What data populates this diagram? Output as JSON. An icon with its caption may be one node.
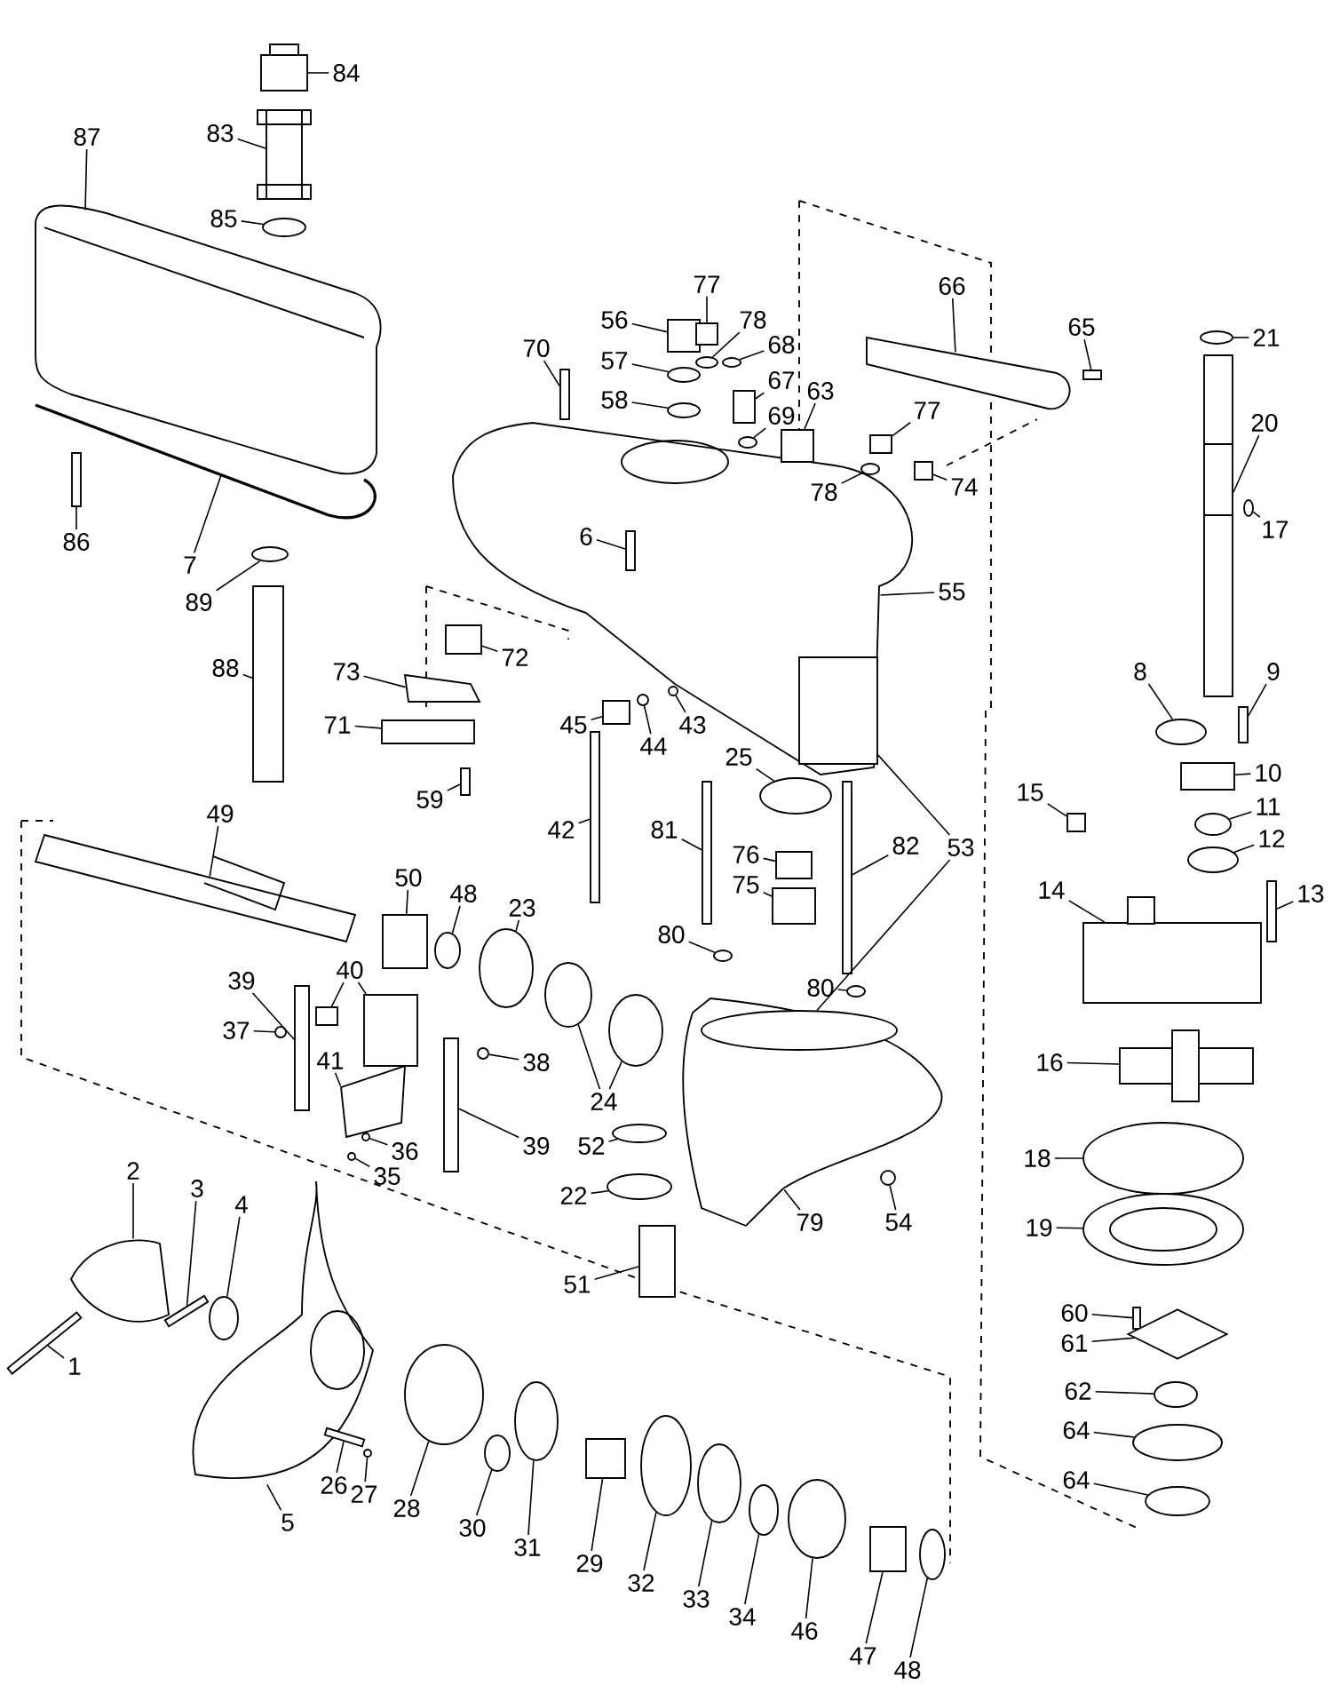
{
  "diagram": {
    "nodes": [
      {
        "text": [
          "84"
        ]
      },
      {
        "text": [
          "83"
        ]
      },
      {
        "text": [
          "87"
        ]
      },
      {
        "text": [
          "85"
        ]
      },
      {
        "text": [
          "56"
        ]
      },
      {
        "text": [
          "77"
        ]
      },
      {
        "text": [
          "66"
        ]
      },
      {
        "text": [
          "65"
        ]
      },
      {
        "text": [
          "21"
        ]
      },
      {
        "text": [
          "78"
        ]
      },
      {
        "text": [
          "70"
        ]
      },
      {
        "text": [
          "57"
        ]
      },
      {
        "text": [
          "68"
        ]
      },
      {
        "text": [
          "67"
        ]
      },
      {
        "text": [
          "58"
        ]
      },
      {
        "text": [
          "63"
        ]
      },
      {
        "text": [
          "69"
        ]
      },
      {
        "text": [
          "20"
        ]
      },
      {
        "text": [
          "77"
        ]
      },
      {
        "text": [
          "78"
        ],
        "in": 120
      },
      {
        "text": [
          "74"
        ]
      },
      {
        "text": [
          "17"
        ]
      },
      {
        "text": [
          "6"
        ],
        "in": 120
      },
      {
        "text": [
          "86"
        ]
      },
      {
        "text": [
          "7"
        ]
      },
      {
        "text": [
          "55"
        ]
      },
      {
        "text": [
          "89"
        ]
      },
      {
        "text": [
          "72"
        ]
      },
      {
        "text": [
          "88"
        ]
      },
      {
        "text": [
          "8"
        ]
      },
      {
        "text": [
          "9"
        ]
      },
      {
        "text": [
          "73"
        ]
      },
      {
        "text": [
          "43"
        ]
      },
      {
        "text": [
          "45"
        ]
      },
      {
        "text": [
          "71"
        ]
      },
      {
        "text": [
          "44"
        ]
      },
      {
        "text": [
          "25"
        ]
      },
      {
        "text": [
          "10"
        ]
      },
      {
        "text": [
          "59"
        ]
      },
      {
        "text": [
          "15"
        ]
      },
      {
        "text": [
          "11"
        ]
      },
      {
        "text": [
          "49"
        ]
      },
      {
        "text": [
          "42"
        ]
      },
      {
        "text": [
          "81"
        ]
      },
      {
        "text": [
          "12"
        ]
      },
      {
        "text": [
          "82"
        ]
      },
      {
        "text": [
          "53"
        ]
      },
      {
        "text": [
          "76"
        ]
      },
      {
        "text": [
          "50"
        ]
      },
      {
        "text": [
          "75"
        ]
      },
      {
        "text": [
          "14"
        ]
      },
      {
        "text": [
          "48"
        ]
      },
      {
        "text": [
          "13"
        ]
      },
      {
        "text": [
          "23"
        ]
      },
      {
        "text": [
          "80"
        ]
      },
      {
        "text": [
          "39"
        ]
      },
      {
        "text": [
          "40"
        ]
      },
      {
        "text": [
          "80"
        ]
      },
      {
        "text": [
          "37"
        ]
      },
      {
        "text": [
          "41"
        ]
      },
      {
        "text": [
          "38"
        ]
      },
      {
        "text": [
          "16"
        ]
      },
      {
        "text": [
          "24"
        ]
      },
      {
        "text": [
          "39"
        ]
      },
      {
        "text": [
          "52"
        ]
      },
      {
        "text": [
          "36"
        ]
      },
      {
        "text": [
          "18"
        ]
      },
      {
        "text": [
          "2"
        ]
      },
      {
        "text": [
          "35"
        ]
      },
      {
        "text": [
          "3"
        ]
      },
      {
        "text": [
          "22"
        ]
      },
      {
        "text": [
          "4"
        ]
      },
      {
        "text": [
          "79"
        ]
      },
      {
        "text": [
          "54"
        ]
      },
      {
        "text": [
          "19"
        ]
      },
      {
        "text": [
          "51"
        ]
      },
      {
        "text": [
          "60"
        ]
      },
      {
        "text": [
          "61"
        ]
      },
      {
        "text": [
          "1"
        ]
      },
      {
        "text": [
          "62"
        ]
      },
      {
        "text": [
          "64"
        ]
      },
      {
        "text": [
          "26"
        ]
      },
      {
        "text": [
          "64"
        ]
      },
      {
        "text": [
          "27"
        ]
      },
      {
        "text": [
          "28"
        ]
      },
      {
        "text": [
          "5"
        ]
      },
      {
        "text": [
          "30"
        ]
      },
      {
        "text": [
          "31"
        ]
      },
      {
        "text": [
          "29"
        ]
      },
      {
        "text": [
          "32"
        ]
      },
      {
        "text": [
          "33"
        ]
      },
      {
        "text": [
          "34"
        ]
      },
      {
        "text": [
          "46"
        ]
      },
      {
        "text": [
          "47"
        ]
      },
      {
        "text": [
          "48"
        ]
      },
      {
        "text": [],
        "shape": "box"
      },
      {
        "text": [],
        "shape": "box"
      },
      {
        "text": [],
        "shape": "picture"
      },
      {
        "text": [],
        "shape": "circle"
      },
      {
        "text": [],
        "shape": "box"
      },
      {
        "text": [],
        "shape": "box"
      },
      {
        "text": [],
        "shape": "picture"
      },
      {
        "text": [],
        "shape": "bar"
      },
      {
        "text": [],
        "shape": "circle"
      },
      {
        "text": [],
        "shape": "circle"
      },
      {
        "text": [],
        "shape": "bar"
      },
      {
        "text": [],
        "shape": "circle"
      },
      {
        "text": [],
        "shape": "circle"
      },
      {
        "text": [],
        "shape": "box"
      },
      {
        "text": [],
        "shape": "circle"
      },
      {
        "text": [],
        "shape": "box"
      },
      {
        "text": [],
        "shape": "circle"
      },
      {
        "text": [],
        "shape": "bar"
      },
      {
        "text": [],
        "shape": "box"
      },
      {
        "text": [],
        "shape": "circle",
        "in": 120
      },
      {
        "text": [],
        "shape": "box"
      },
      {
        "text": [],
        "shape": "circle"
      },
      {
        "text": [],
        "shape": "bar",
        "in": 120
      },
      {
        "text": [],
        "shape": "bar",
        "in": 119
      },
      {
        "text": [],
        "shape": "picture"
      },
      {
        "text": [],
        "shape": "picture"
      },
      {
        "text": [],
        "shape": "circle"
      },
      {
        "text": [],
        "shape": "box"
      },
      {
        "text": [],
        "shape": "bar"
      },
      {
        "text": [],
        "shape": "circle"
      },
      {
        "text": [],
        "shape": "bar"
      },
      {
        "text": [],
        "shape": "picture"
      },
      {
        "text": [],
        "shape": "circle"
      },
      {
        "text": [],
        "shape": "box"
      },
      {
        "text": [],
        "shape": "box"
      },
      {
        "text": [],
        "shape": "circle"
      },
      {
        "text": [],
        "shape": "circle"
      },
      {
        "text": [],
        "shape": "box"
      },
      {
        "text": [],
        "shape": "bar"
      },
      {
        "text": [],
        "shape": "box"
      },
      {
        "text": [],
        "shape": "circle"
      },
      {
        "text": [],
        "shape": "picture"
      },
      {
        "text": [],
        "shape": "bar"
      },
      {
        "text": [],
        "shape": "bar"
      },
      {
        "text": [],
        "shape": "circle"
      },
      {
        "text": [],
        "shape": "bar"
      },
      {
        "text": [],
        "shape": "box",
        "in": 120
      },
      {
        "text": [],
        "shape": "circle",
        "in": 170
      },
      {
        "text": [],
        "shape": "box"
      },
      {
        "text": [],
        "shape": "box"
      },
      {
        "text": [],
        "shape": "box"
      },
      {
        "text": [],
        "shape": "box"
      },
      {
        "text": [],
        "shape": "circle"
      },
      {
        "text": [],
        "shape": "bar"
      },
      {
        "text": [],
        "shape": "circle"
      },
      {
        "text": [],
        "shape": "circle"
      },
      {
        "text": [],
        "shape": "bar"
      },
      {
        "text": [],
        "shape": "box"
      },
      {
        "text": [],
        "shape": "box"
      },
      {
        "text": [],
        "shape": "circle"
      },
      {
        "text": [],
        "shape": "circle"
      },
      {
        "text": [],
        "shape": "picture"
      },
      {
        "text": [],
        "shape": "circle"
      },
      {
        "text": [],
        "shape": "box"
      },
      {
        "text": [],
        "shape": "circle"
      },
      {
        "text": [],
        "shape": "circle"
      },
      {
        "text": [],
        "shape": "bar"
      },
      {
        "text": [],
        "shape": "circle"
      },
      {
        "text": [],
        "shape": "circle"
      },
      {
        "text": [],
        "shape": "circle"
      },
      {
        "text": [],
        "shape": "picture"
      },
      {
        "text": [],
        "shape": "circle"
      },
      {
        "text": [],
        "shape": "bar"
      },
      {
        "text": [],
        "shape": "circle"
      },
      {
        "text": [],
        "shape": "circle"
      },
      {
        "text": [],
        "shape": "picture"
      },
      {
        "text": [],
        "shape": "circle"
      },
      {
        "text": [],
        "shape": "circle"
      },
      {
        "text": [],
        "shape": "box"
      },
      {
        "text": [],
        "shape": "bar"
      },
      {
        "text": [],
        "shape": "diamond"
      },
      {
        "text": [],
        "shape": "bar"
      },
      {
        "text": [],
        "shape": "circle"
      },
      {
        "text": [],
        "shape": "circle"
      },
      {
        "text": [],
        "shape": "bar"
      },
      {
        "text": [],
        "shape": "circle"
      },
      {
        "text": [],
        "shape": "circle"
      },
      {
        "text": [],
        "shape": "circle"
      },
      {
        "text": [],
        "shape": "picture"
      },
      {
        "text": [],
        "shape": "circle"
      },
      {
        "text": [],
        "shape": "circle"
      },
      {
        "text": [],
        "shape": "box"
      },
      {
        "text": [],
        "shape": "circle"
      },
      {
        "text": [],
        "shape": "circle"
      },
      {
        "text": [],
        "shape": "circle"
      },
      {
        "text": [],
        "shape": "circle"
      },
      {
        "text": [],
        "shape": "box"
      },
      {
        "text": [],
        "shape": "circle"
      }
    ],
    "edges": [
      {
        "from": 0,
        "to": 95,
        "arrow": "none"
      },
      {
        "from": 1,
        "to": 96,
        "arrow": "none"
      },
      {
        "from": 2,
        "to": 97,
        "arrow": "none"
      },
      {
        "from": 3,
        "to": 98,
        "arrow": "none"
      },
      {
        "from": 4,
        "to": 99,
        "arrow": "none"
      },
      {
        "from": 5,
        "to": 100,
        "arrow": "none"
      },
      {
        "from": 6,
        "to": 101,
        "arrow": "none"
      },
      {
        "from": 7,
        "to": 102,
        "arrow": "none"
      },
      {
        "from": 8,
        "to": 103,
        "arrow": "none"
      },
      {
        "from": 9,
        "to": 104,
        "arrow": "none"
      },
      {
        "from": 10,
        "to": 105,
        "arrow": "none"
      },
      {
        "from": 11,
        "to": 106,
        "arrow": "none"
      },
      {
        "from": 12,
        "to": 107,
        "arrow": "none"
      },
      {
        "from": 13,
        "to": 108,
        "arrow": "none"
      },
      {
        "from": 14,
        "to": 109,
        "arrow": "none"
      },
      {
        "from": 15,
        "to": 110,
        "arrow": "none"
      },
      {
        "from": 16,
        "to": 111,
        "arrow": "none"
      },
      {
        "from": 17,
        "to": 112,
        "arrow": "none"
      },
      {
        "from": 18,
        "to": 113,
        "arrow": "none"
      },
      {
        "from": 19,
        "to": 114,
        "arrow": "none"
      },
      {
        "from": 20,
        "to": 115,
        "arrow": "none"
      },
      {
        "from": 21,
        "to": 116,
        "arrow": "none"
      },
      {
        "from": 22,
        "to": 117,
        "arrow": "none"
      },
      {
        "from": 23,
        "to": 118,
        "arrow": "none"
      },
      {
        "from": 24,
        "to": 119,
        "arrow": "none"
      },
      {
        "from": 25,
        "to": 120,
        "arrow": "none"
      },
      {
        "from": 26,
        "to": 121,
        "arrow": "none"
      },
      {
        "from": 27,
        "to": 122,
        "arrow": "none"
      },
      {
        "from": 28,
        "to": 123,
        "arrow": "none"
      },
      {
        "from": 29,
        "to": 124,
        "arrow": "none"
      },
      {
        "from": 30,
        "to": 125,
        "arrow": "none"
      },
      {
        "from": 31,
        "to": 126,
        "arrow": "none"
      },
      {
        "from": 32,
        "to": 127,
        "arrow": "none"
      },
      {
        "from": 33,
        "to": 128,
        "arrow": "none"
      },
      {
        "from": 34,
        "to": 129,
        "arrow": "none"
      },
      {
        "from": 35,
        "to": 130,
        "arrow": "none"
      },
      {
        "from": 36,
        "to": 131,
        "arrow": "none"
      },
      {
        "from": 37,
        "to": 132,
        "arrow": "none"
      },
      {
        "from": 38,
        "to": 133,
        "arrow": "none"
      },
      {
        "from": 39,
        "to": 134,
        "arrow": "none"
      },
      {
        "from": 40,
        "to": 135,
        "arrow": "none"
      },
      {
        "from": 41,
        "to": 136,
        "arrow": "none"
      },
      {
        "from": 42,
        "to": 137,
        "arrow": "none"
      },
      {
        "from": 43,
        "to": 138,
        "arrow": "none"
      },
      {
        "from": 44,
        "to": 139,
        "arrow": "none"
      },
      {
        "from": 45,
        "to": 140,
        "arrow": "none"
      },
      {
        "from": 46,
        "to": 141,
        "arrow": "none"
      },
      {
        "from": 46,
        "to": 142,
        "arrow": "none"
      },
      {
        "from": 47,
        "to": 143,
        "arrow": "none"
      },
      {
        "from": 48,
        "to": 144,
        "arrow": "none"
      },
      {
        "from": 49,
        "to": 145,
        "arrow": "none"
      },
      {
        "from": 50,
        "to": 146,
        "arrow": "none"
      },
      {
        "from": 51,
        "to": 147,
        "arrow": "none"
      },
      {
        "from": 52,
        "to": 148,
        "arrow": "none"
      },
      {
        "from": 53,
        "to": 149,
        "arrow": "none"
      },
      {
        "from": 54,
        "to": 150,
        "arrow": "none"
      },
      {
        "from": 55,
        "to": 151,
        "arrow": "none"
      },
      {
        "from": 56,
        "to": 152,
        "arrow": "none"
      },
      {
        "from": 56,
        "to": 153,
        "arrow": "none"
      },
      {
        "from": 57,
        "to": 154,
        "arrow": "none"
      },
      {
        "from": 58,
        "to": 155,
        "arrow": "none"
      },
      {
        "from": 59,
        "to": 156,
        "arrow": "none"
      },
      {
        "from": 60,
        "to": 157,
        "arrow": "none"
      },
      {
        "from": 61,
        "to": 158,
        "arrow": "none"
      },
      {
        "from": 62,
        "to": 159,
        "arrow": "none"
      },
      {
        "from": 62,
        "to": 160,
        "arrow": "none"
      },
      {
        "from": 63,
        "to": 161,
        "arrow": "none"
      },
      {
        "from": 64,
        "to": 162,
        "arrow": "none"
      },
      {
        "from": 65,
        "to": 163,
        "arrow": "none"
      },
      {
        "from": 66,
        "to": 164,
        "arrow": "none"
      },
      {
        "from": 67,
        "to": 165,
        "arrow": "none"
      },
      {
        "from": 68,
        "to": 166,
        "arrow": "none"
      },
      {
        "from": 69,
        "to": 167,
        "arrow": "none"
      },
      {
        "from": 70,
        "to": 168,
        "arrow": "none"
      },
      {
        "from": 71,
        "to": 169,
        "arrow": "none"
      },
      {
        "from": 72,
        "to": 170,
        "arrow": "none"
      },
      {
        "from": 73,
        "to": 171,
        "arrow": "none"
      },
      {
        "from": 74,
        "to": 172,
        "arrow": "none"
      },
      {
        "from": 75,
        "to": 173,
        "arrow": "none"
      },
      {
        "from": 76,
        "to": 174,
        "arrow": "none"
      },
      {
        "from": 77,
        "to": 175,
        "arrow": "none"
      },
      {
        "from": 78,
        "to": 176,
        "arrow": "none"
      },
      {
        "from": 79,
        "to": 177,
        "arrow": "none"
      },
      {
        "from": 80,
        "to": 178,
        "arrow": "none"
      },
      {
        "from": 81,
        "to": 179,
        "arrow": "none"
      },
      {
        "from": 82,
        "to": 180,
        "arrow": "none"
      },
      {
        "from": 83,
        "to": 181,
        "arrow": "none"
      },
      {
        "from": 84,
        "to": 182,
        "arrow": "none"
      },
      {
        "from": 85,
        "to": 183,
        "arrow": "none"
      },
      {
        "from": 86,
        "to": 184,
        "arrow": "none"
      },
      {
        "from": 87,
        "to": 185,
        "arrow": "none"
      },
      {
        "from": 88,
        "to": 186,
        "arrow": "none"
      },
      {
        "from": 89,
        "to": 187,
        "arrow": "none"
      },
      {
        "from": 90,
        "to": 188,
        "arrow": "none"
      },
      {
        "from": 91,
        "to": 189,
        "arrow": "none"
      },
      {
        "from": 92,
        "to": 190,
        "arrow": "none"
      },
      {
        "from": 93,
        "to": 191,
        "arrow": "none"
      },
      {
        "from": 94,
        "to": 192,
        "arrow": "none"
      }
    ]
  }
}
